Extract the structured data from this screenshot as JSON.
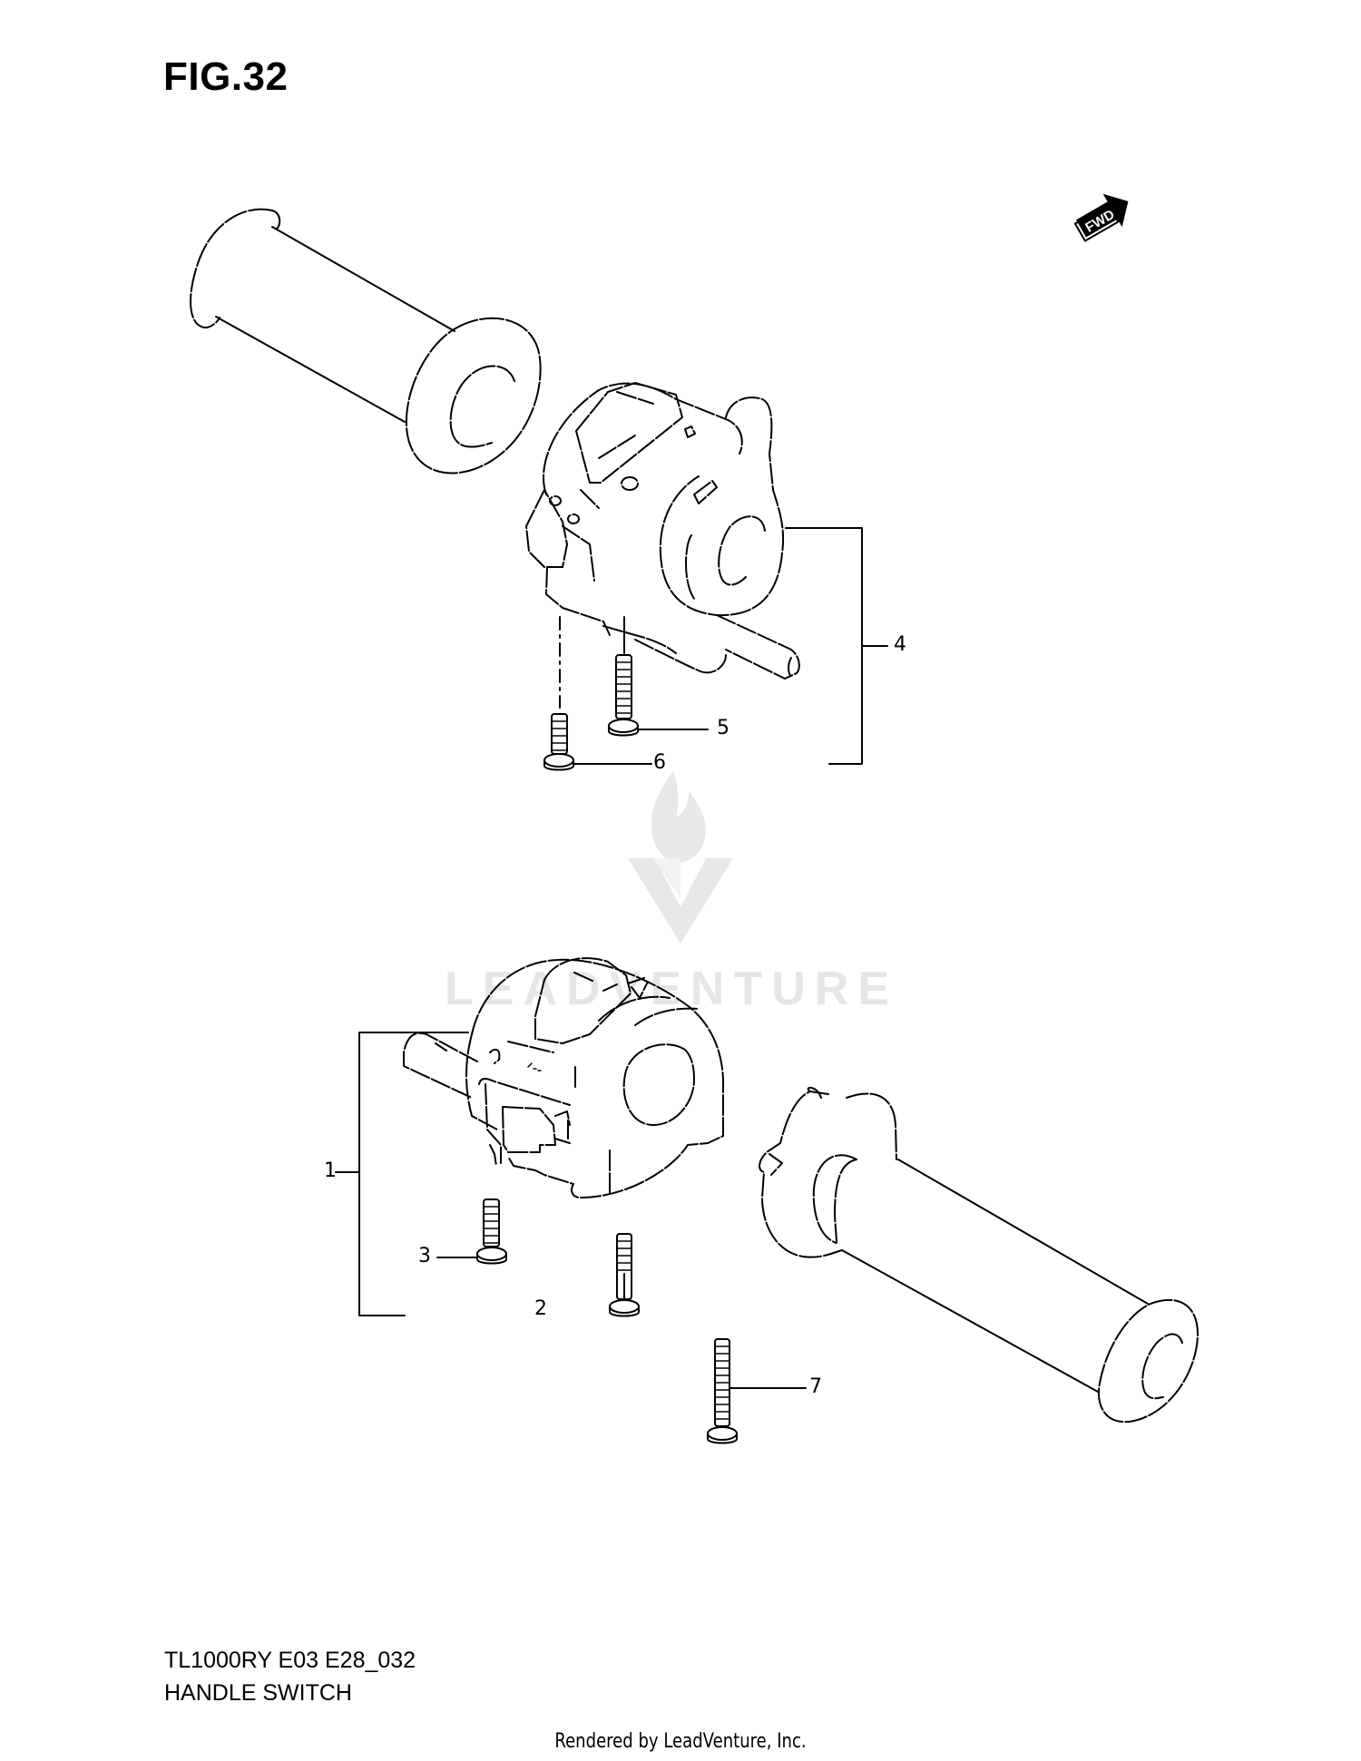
{
  "figure": {
    "title": "FIG.32",
    "model_code": "TL1000RY E03 E28_032",
    "name": "HANDLE SWITCH"
  },
  "direction_indicator": {
    "label": "FWD",
    "icon": "fwd-arrow-icon"
  },
  "callouts": [
    {
      "number": "1",
      "part": "right handle switch assembly (bracket)"
    },
    {
      "number": "2",
      "part": "screw"
    },
    {
      "number": "3",
      "part": "screw"
    },
    {
      "number": "4",
      "part": "left handle switch assembly (bracket)"
    },
    {
      "number": "5",
      "part": "screw"
    },
    {
      "number": "6",
      "part": "screw"
    },
    {
      "number": "7",
      "part": "screw"
    }
  ],
  "watermark": {
    "text": "LEADVENTURE",
    "icon": "leadventure-flame-logo-icon",
    "color": "#e6e6e6"
  },
  "footer": {
    "rendered_by": "Rendered by LeadVenture, Inc."
  },
  "colors": {
    "line": "#000000",
    "background": "#ffffff",
    "watermark": "#e6e6e6"
  }
}
